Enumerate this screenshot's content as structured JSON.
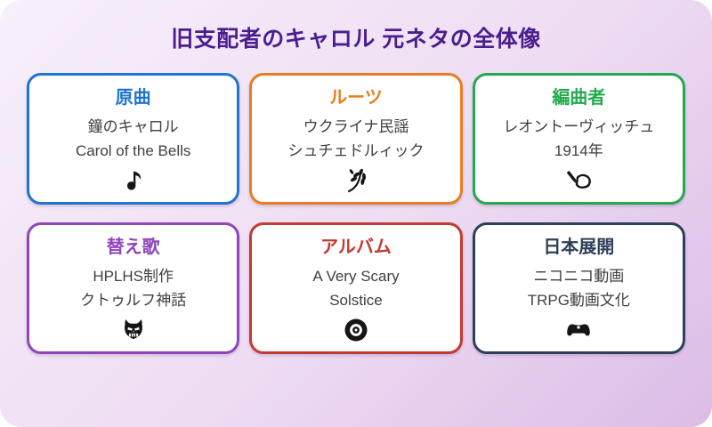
{
  "page": {
    "title": "旧支配者のキャロル 元ネタの全体像",
    "title_color": "#4b1e8f",
    "background_gradient": [
      "#f7f0fa",
      "#dcbce6"
    ],
    "icon_color": "#151515"
  },
  "cards": [
    {
      "label": "原曲",
      "accent": "#1e74d2",
      "lines": [
        "鐘のキャロル",
        "Carol of the Bells"
      ],
      "icon": "music-note-icon"
    },
    {
      "label": "ルーツ",
      "accent": "#e87e1e",
      "lines": [
        "ウクライナ民謡",
        "シュチェドルィック"
      ],
      "icon": "rice-ear-icon"
    },
    {
      "label": "編曲者",
      "accent": "#23a94e",
      "lines": [
        "レオントーヴィッチュ",
        "1914年"
      ],
      "icon": "writing-hand-icon"
    },
    {
      "label": "替え歌",
      "accent": "#8f46bd",
      "lines": [
        "HPLHS制作",
        "クトゥルフ神話"
      ],
      "icon": "oni-mask-icon"
    },
    {
      "label": "アルバム",
      "accent": "#c23a30",
      "lines": [
        "A Very Scary",
        "Solstice"
      ],
      "icon": "vinyl-record-icon"
    },
    {
      "label": "日本展開",
      "accent": "#2e4057",
      "lines": [
        "ニコニコ動画",
        "TRPG動画文化"
      ],
      "icon": "game-controller-icon"
    }
  ]
}
